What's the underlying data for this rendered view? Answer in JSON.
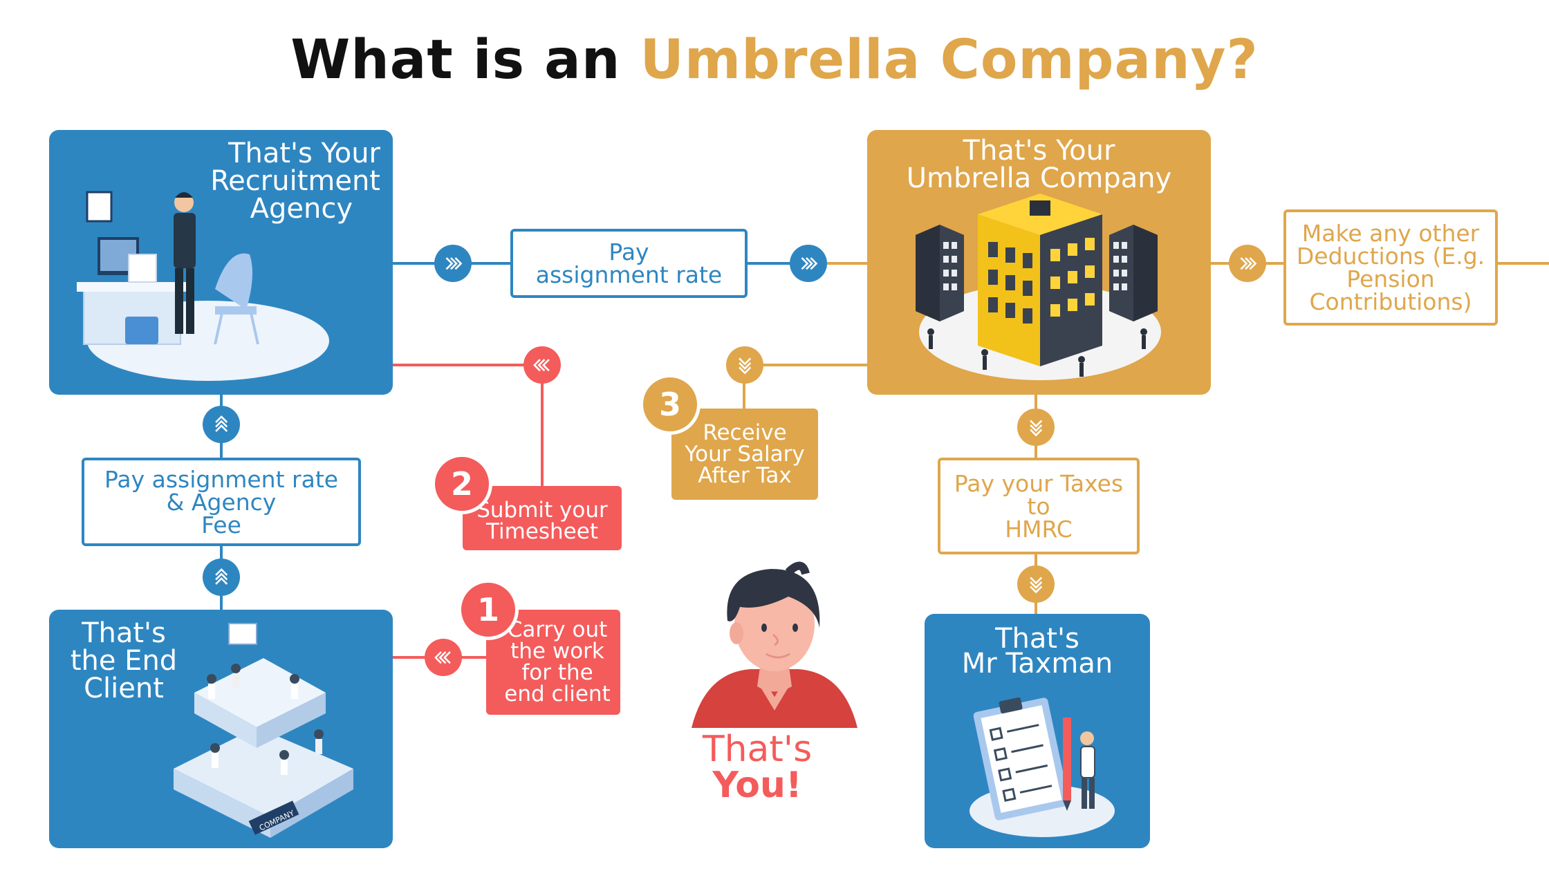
{
  "title": {
    "prefix": "What is an ",
    "accent": "Umbrella Company?"
  },
  "colors": {
    "blue": "#2e86c1",
    "gold": "#dfa64b",
    "red": "#f45b5b",
    "dark": "#111111"
  },
  "panels": {
    "agency": {
      "lines": [
        "That's Your",
        "Recruitment",
        "Agency"
      ]
    },
    "client": {
      "lines": [
        "That's",
        "the End",
        "Client"
      ]
    },
    "umbrella": {
      "lines": [
        "That's Your",
        "Umbrella Company"
      ]
    },
    "taxman": {
      "lines": [
        "That's",
        "Mr Taxman"
      ]
    }
  },
  "boxes": {
    "pay_assignment_rate": {
      "lines": [
        "Pay",
        "assignment rate"
      ]
    },
    "pay_rate_agency_fee": {
      "lines": [
        "Pay assignment rate",
        "& Agency",
        "Fee"
      ]
    },
    "other_deductions": {
      "lines": [
        "Make any other",
        "Deductions (E.g.",
        "Pension",
        "Contributions)"
      ]
    },
    "pay_taxes": {
      "lines": [
        "Pay your Taxes",
        "to",
        "HMRC"
      ]
    }
  },
  "steps": [
    {
      "number": "1",
      "lines": [
        "Carry out",
        "the work",
        "for the",
        "end client"
      ]
    },
    {
      "number": "2",
      "lines": [
        "Submit your",
        "Timesheet"
      ]
    },
    {
      "number": "3",
      "lines": [
        "Receive",
        "Your Salary",
        "After Tax"
      ]
    }
  ],
  "you": {
    "line1": "That's",
    "line2": "You!"
  },
  "icons": [
    "agency-illustration",
    "office-illustration",
    "buildings-illustration",
    "clipboard-illustration",
    "person-avatar",
    "chevron-right-icon",
    "chevron-left-icon",
    "chevron-up-icon",
    "chevron-down-icon"
  ]
}
